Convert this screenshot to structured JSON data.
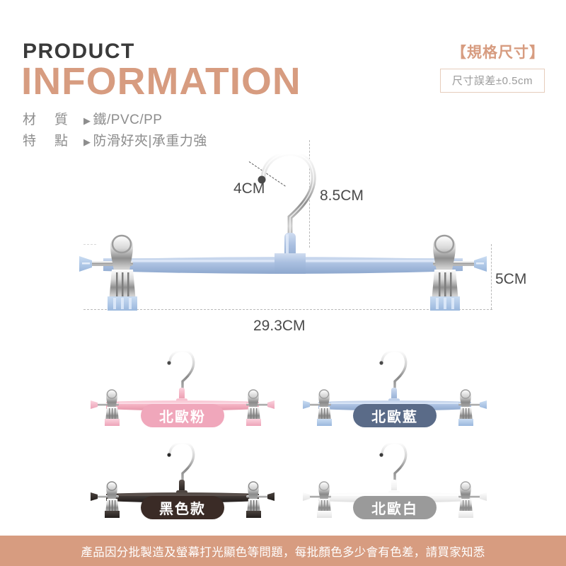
{
  "header": {
    "line1": "PRODUCT",
    "line2": "INFORMATION",
    "accent_color": "#d79c80",
    "line1_color": "#3a3a3a"
  },
  "spec_box": {
    "title": "【規格尺寸】",
    "note": "尺寸誤差±0.5cm"
  },
  "attributes": [
    {
      "key": "材質",
      "key_char1": "材",
      "key_char2": "質",
      "arrow": "▶",
      "value": "鐵/PVC/PP"
    },
    {
      "key": "特點",
      "key_char1": "特",
      "key_char2": "點",
      "arrow": "▶",
      "value": "防滑好夾|承重力強"
    }
  ],
  "dimensions": {
    "hook_width": "4CM",
    "hook_height": "8.5CM",
    "clip_height": "5CM",
    "total_width": "29.3CM"
  },
  "main_product": {
    "name": "clothes-hanger-with-clips",
    "body_color": "#a9bfe0",
    "body_highlight": "#cfdcf0",
    "metal_color": "#c9c9c9",
    "clip_pad_color": "#b3cce8"
  },
  "variants": [
    {
      "id": "nordic-pink",
      "label": "北歐粉",
      "body_color": "#f3afc0",
      "body_highlight": "#fbd2dd",
      "badge_color": "#f0a7bb",
      "badge_text_color": "#ffffff"
    },
    {
      "id": "nordic-blue",
      "label": "北歐藍",
      "body_color": "#a9bfe0",
      "body_highlight": "#cfdcf0",
      "badge_color": "#5a6b88",
      "badge_text_color": "#ffffff"
    },
    {
      "id": "black",
      "label": "黑色款",
      "body_color": "#3a3330",
      "body_highlight": "#5c524d",
      "badge_color": "#3a2b26",
      "badge_text_color": "#ffffff"
    },
    {
      "id": "nordic-white",
      "label": "北歐白",
      "body_color": "#f2f2f2",
      "body_highlight": "#ffffff",
      "badge_color": "#9a9a9a",
      "badge_text_color": "#ffffff"
    }
  ],
  "banner": {
    "text": "產品因分批製造及螢幕打光顯色等問題，每批顏色多少會有色差，請買家知悉",
    "background": "#d79c80",
    "text_color": "#ffffff"
  }
}
